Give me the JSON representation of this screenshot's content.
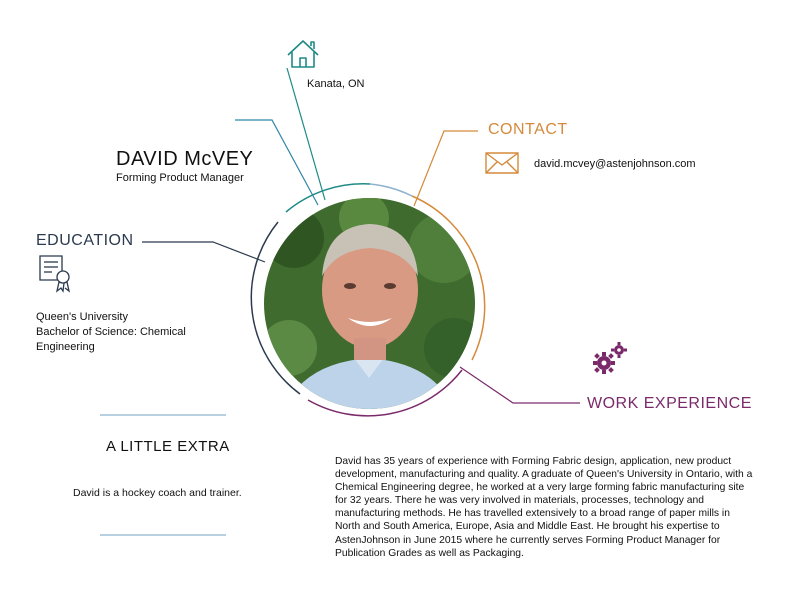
{
  "profile": {
    "name": "DAVID McVEY",
    "title": "Forming Product Manager"
  },
  "location": {
    "city": "Kanata, ON",
    "icon": "home-icon",
    "color": "#1f8a87"
  },
  "contact": {
    "heading": "CONTACT",
    "email": "david.mcvey@astenjohnson.com",
    "icon": "envelope-icon",
    "color": "#d58a3b"
  },
  "education": {
    "heading": "EDUCATION",
    "school": "Queen's University",
    "degree": "Bachelor of Science: Chemical Engineering",
    "icon": "certificate-icon",
    "color": "#2b3a4e"
  },
  "work": {
    "heading": "WORK EXPERIENCE",
    "icon": "gears-icon",
    "color": "#7a2a6a",
    "bio": "David has 35 years of experience with Forming Fabric design, application, new product development, manufacturing and quality. A graduate of Queen's University in Ontario, with a Chemical Engineering degree, he worked at a very large forming fabric manufacturing site for 32 years. There he was very involved in materials, processes, technology and manufacturing methods. He has travelled extensively to a broad range of paper mills in North and South America, Europe, Asia and Middle East. He brought his expertise to AstenJohnson in June 2015 where he currently serves Forming Product Manager for Publication Grades as well as Packaging."
  },
  "extra": {
    "heading": "A LITTLE EXTRA",
    "text": "David is a hockey coach and trainer.",
    "color": "#8fb3cf"
  }
}
